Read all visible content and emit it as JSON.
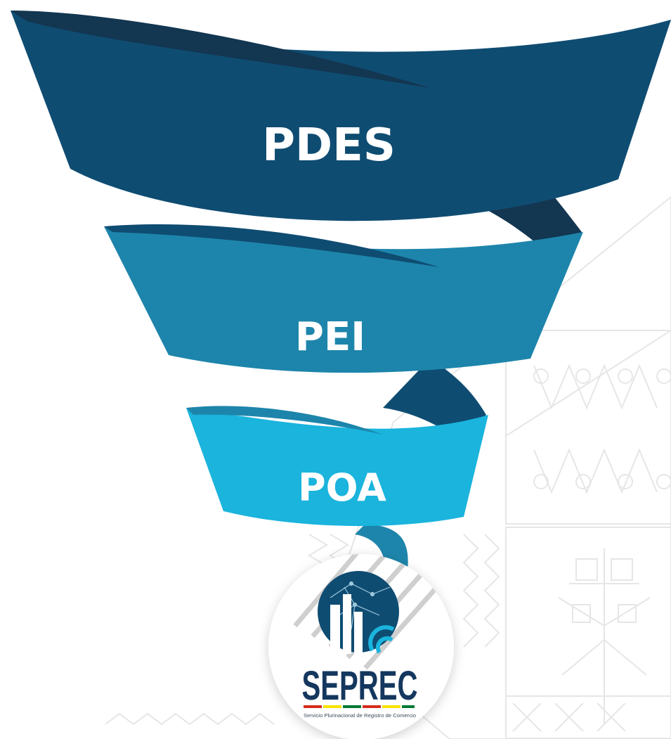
{
  "funnel": {
    "levels": [
      {
        "label": "PDES",
        "color": "#0f4c72",
        "shade": "#133651"
      },
      {
        "label": "PEI",
        "color": "#1d85ab",
        "shade": "#0f4c72"
      },
      {
        "label": "POA",
        "color": "#1ab4dd",
        "shade": "#1d85ab"
      }
    ],
    "tail_color": "#1d85ab"
  },
  "logo": {
    "name": "SEPREC",
    "subtitle": "Servicio Plurinacional de Registro de Comercio",
    "flag_colors": [
      "#d52b1e",
      "#f9e300",
      "#007934"
    ],
    "accent_color": "#14375e"
  },
  "background": {
    "pattern_color": "#e6e6e6",
    "pattern_name": "andean-textile-pattern"
  }
}
